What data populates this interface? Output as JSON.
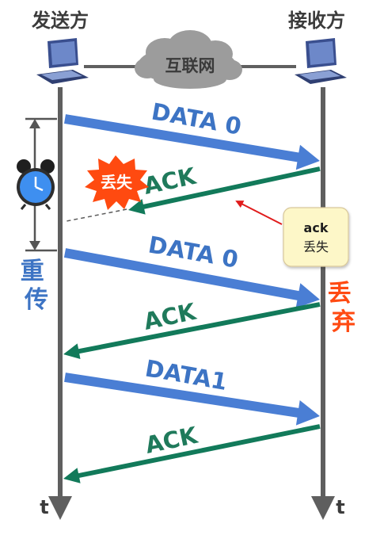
{
  "title": "",
  "sender": {
    "label": "发送方",
    "time_label": "t"
  },
  "receiver": {
    "label": "接收方",
    "time_label": "t"
  },
  "network": {
    "label": "互联网"
  },
  "retransmit_label": "重传",
  "discard_label": "丢弃",
  "lost_burst_label": "丢失",
  "callout": {
    "line1": "ack",
    "line2": "丢失"
  },
  "messages": [
    {
      "id": "m1",
      "label": "DATA 0",
      "kind": "data"
    },
    {
      "id": "m2",
      "label": "ACK",
      "kind": "ack"
    },
    {
      "id": "m3",
      "label": "DATA 0",
      "kind": "data"
    },
    {
      "id": "m4",
      "label": "ACK",
      "kind": "ack"
    },
    {
      "id": "m5",
      "label": "DATA1",
      "kind": "data"
    },
    {
      "id": "m6",
      "label": "ACK",
      "kind": "ack"
    }
  ],
  "colors": {
    "data_arrow": "#4a7ed4",
    "ack_arrow": "#127a5a",
    "lifeline": "#5f5f5f",
    "timer_bracket": "#555555",
    "callout_fill": "#fdf7c8",
    "callout_border": "#d8c79a",
    "callout_arrow": "#e01c1c",
    "burst": "#ff4a10",
    "cloud": "#9c9c9c",
    "retransmit_text": "#3d74c4",
    "discard_text": "#ff4a12"
  },
  "icons": [
    "laptop-icon",
    "cloud-icon",
    "alarm-clock-icon",
    "burst-icon"
  ]
}
